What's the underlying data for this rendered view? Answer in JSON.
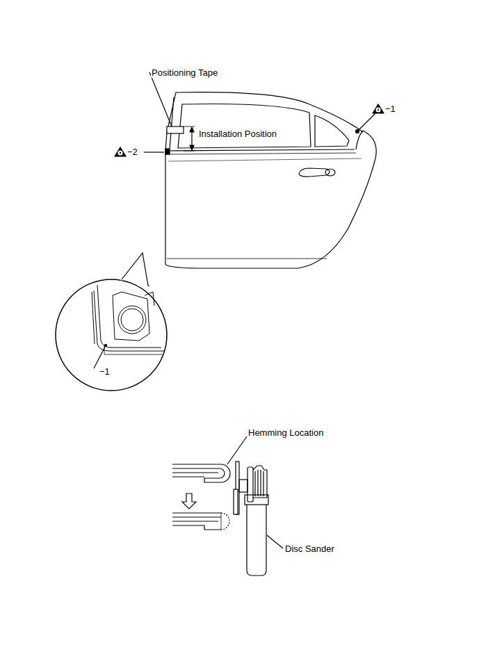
{
  "diagram": {
    "labels": [
      "Positioning Tape",
      "Installation Position",
      "−1",
      "−2",
      "−1",
      "Hemming Location",
      "Disc Sander"
    ]
  }
}
